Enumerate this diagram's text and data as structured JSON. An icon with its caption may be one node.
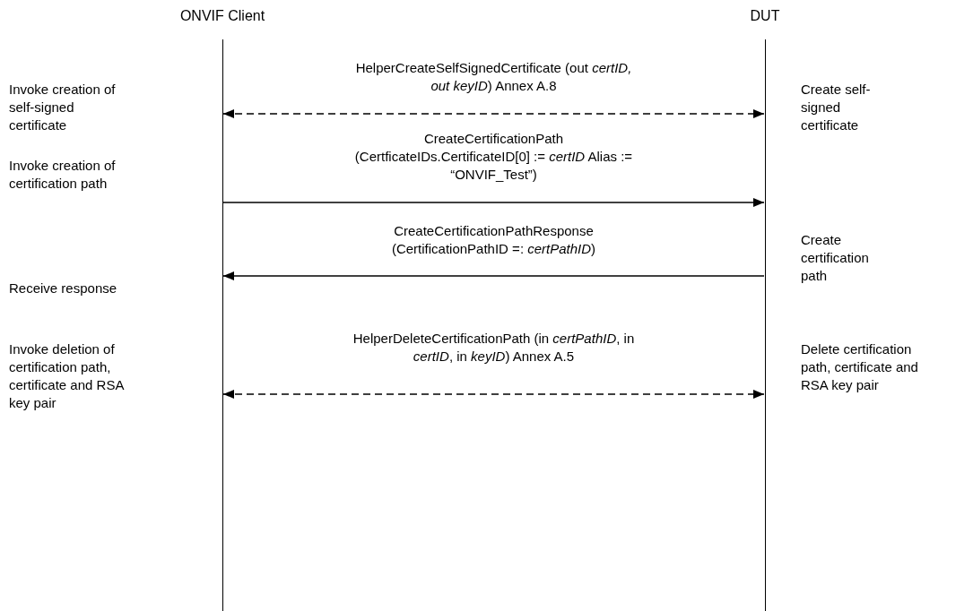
{
  "diagram": {
    "nodes": [
      {
        "text": [
          "ONVIF Client"
        ]
      },
      {
        "text": [
          "DUT"
        ]
      }
    ],
    "edges": [
      {
        "from": 0,
        "to": 1,
        "arrow": "both",
        "style": "dashed",
        "label": "HelperCreateSelfSignedCertificate (out *certID, out keyID*) Annex A.8"
      },
      {
        "from": 0,
        "to": 1,
        "arrow": "to",
        "label": "CreateCertificationPath (CertficateIDs.CertificateID[0] := *certID* Alias := “ONVIF_Test”)"
      },
      {
        "from": 1,
        "to": 0,
        "arrow": "to",
        "label": "CreateCertificationPathResponse (CertificationPathID =: *certPathID*)"
      },
      {
        "from": 0,
        "to": 1,
        "arrow": "both",
        "style": "dashed",
        "label": "HelperDeleteCertificationPath (in *certPathID*, in *certID*, in *keyID*) Annex A.5"
      }
    ],
    "labels": [
      "Invoke creation of self-signed certificate",
      "Create self-signed certificate",
      "Invoke creation of certification path",
      "Create certification path",
      "Receive response",
      "Invoke deletion of certification path, certificate and RSA key pair",
      "Delete certification path, certificate and RSA key pair"
    ]
  }
}
